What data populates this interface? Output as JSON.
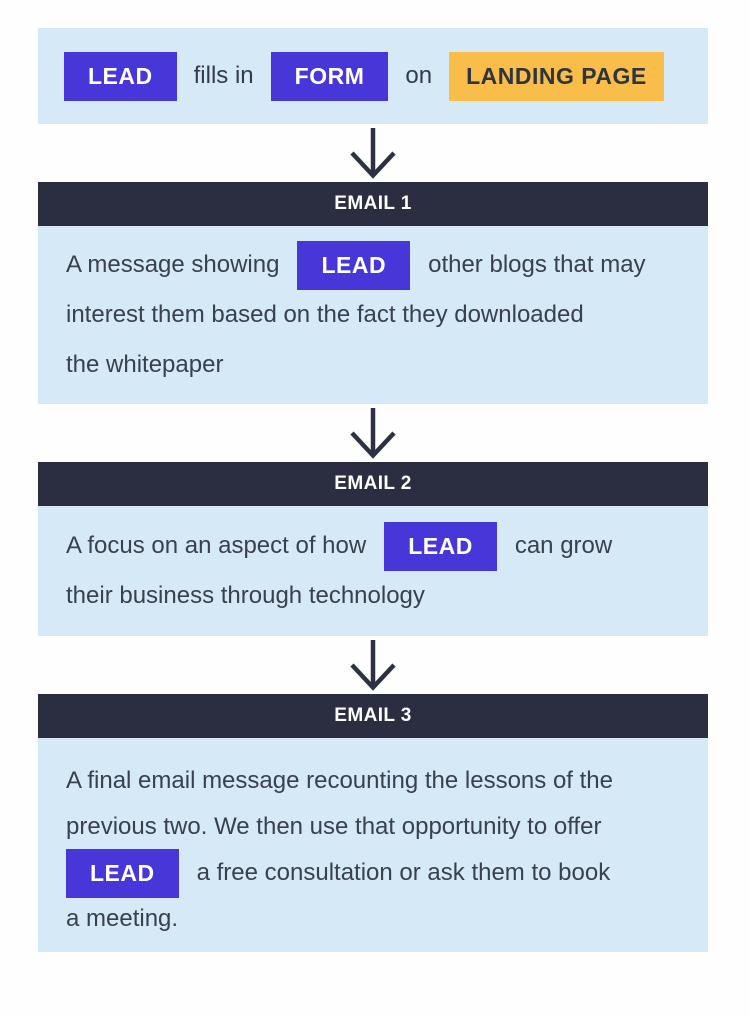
{
  "palette": {
    "page_bg": "#fefefe",
    "light_blue_block": "#d6e9f7",
    "navy_header": "#2b2e40",
    "purple_badge": "#4736d8",
    "yellow_badge": "#f9bd4a",
    "body_text": "#39404e",
    "badge_text": "#ffffff",
    "yellow_badge_text": "#2e3440",
    "arrow": "#2c3144"
  },
  "top_flow": {
    "lead_label": "LEAD",
    "fills_in_label": "fills in",
    "form_label": "FORM",
    "on_label": "on",
    "landing_page_label": "LANDING PAGE"
  },
  "emails": [
    {
      "header": "EMAIL 1",
      "lines": [
        {
          "before": "A message showing",
          "badge": "LEAD",
          "after": "other blogs that may"
        },
        {
          "text": "interest them based on the fact they downloaded"
        },
        {
          "text": "the whitepaper"
        }
      ]
    },
    {
      "header": "EMAIL 2",
      "lines": [
        {
          "before": "A focus on an aspect of how",
          "badge": "LEAD",
          "after": "can grow"
        },
        {
          "text": "their business through technology"
        }
      ]
    },
    {
      "header": "EMAIL 3",
      "lines": [
        {
          "text": "A final email message recounting the lessons of the"
        },
        {
          "text": "previous two. We then use that opportunity to offer"
        },
        {
          "badge": "LEAD",
          "after": "a free consultation or ask them to book"
        },
        {
          "text": "a meeting."
        }
      ]
    }
  ]
}
